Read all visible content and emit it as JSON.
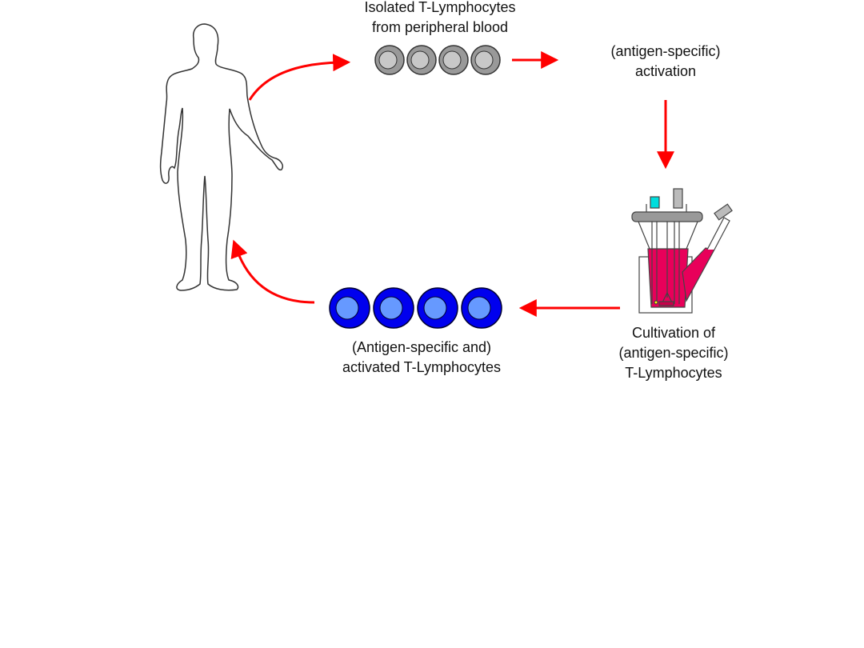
{
  "labels": {
    "isolated": [
      "Isolated T-Lymphocytes",
      "from peripheral blood"
    ],
    "activation": [
      "(antigen-specific)",
      "activation"
    ],
    "cultivation": [
      "Cultivation of",
      "(antigen-specific)",
      "T-Lymphocytes"
    ],
    "activated": [
      "(Antigen-specific and)",
      "activated T-Lymphocytes"
    ]
  },
  "colors": {
    "arrow": "#ff0000",
    "resting_cell_outer": "#999999",
    "resting_cell_inner": "#c8c8c8",
    "activated_cell_outer": "#0000ee",
    "activated_cell_inner": "#6699ff",
    "culture_medium": "#e8005a"
  },
  "icons": [
    "human-silhouette",
    "bioreactor-vessel"
  ]
}
